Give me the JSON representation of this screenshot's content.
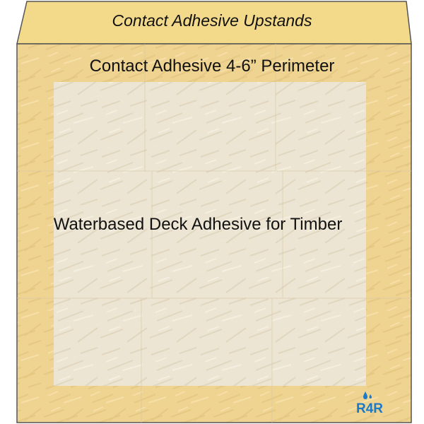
{
  "labels": {
    "upstand": "Contact Adhesive Upstands",
    "perimeter": "Contact Adhesive 4-6” Perimeter",
    "deck": "Waterbased Deck Adhesive for Timber"
  },
  "logo": {
    "text": "R4R"
  },
  "colors": {
    "upstand_fill": "#f3d98a",
    "perimeter_fill": "#edd28c",
    "deck_fill": "#efe8d8",
    "outline": "#555555",
    "logo_blue": "#1b79c7"
  }
}
